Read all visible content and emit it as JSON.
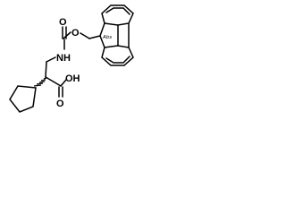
{
  "molecule": {
    "atom_labels": {
      "carbonyl_oxygen": "O",
      "ester_oxygen": "O",
      "amide_nitrogen": "NH",
      "acid_hydroxyl": "OH",
      "acid_carbonyl_oxygen": "O",
      "stereo_flag": "Abs"
    },
    "colors": {
      "bond": "#000000",
      "background": "#ffffff"
    }
  }
}
